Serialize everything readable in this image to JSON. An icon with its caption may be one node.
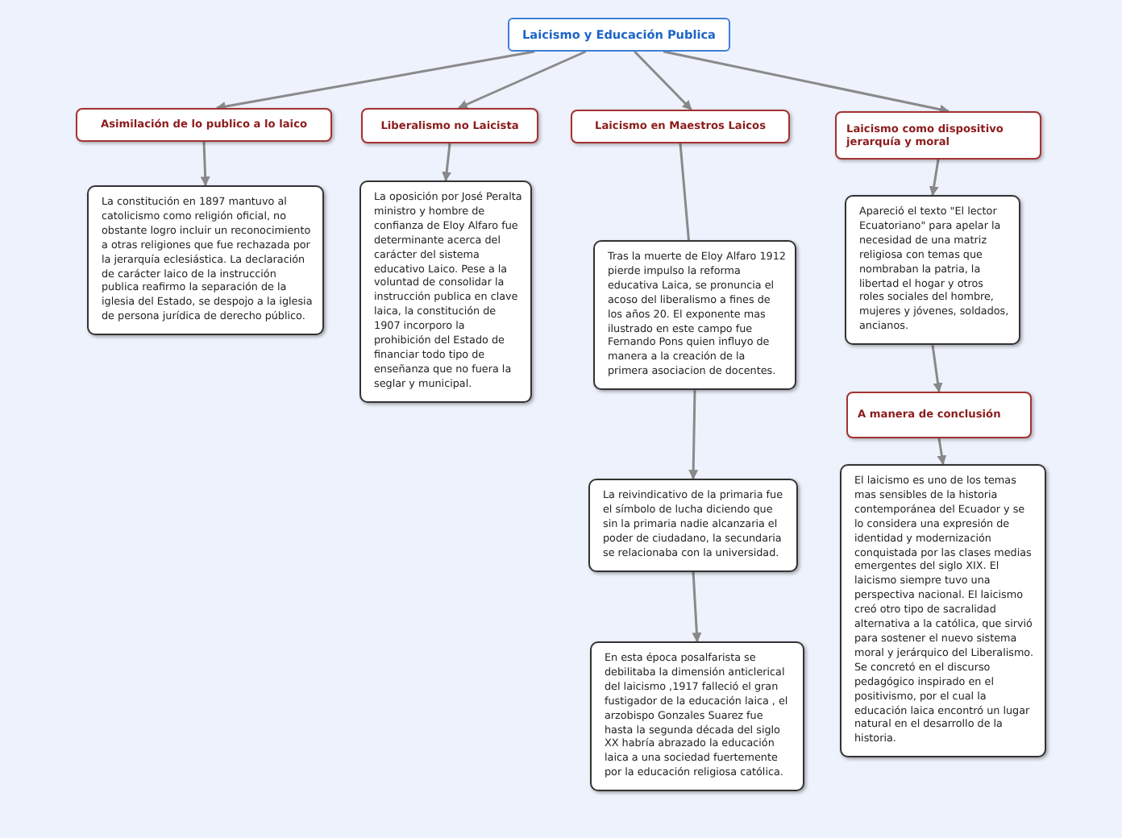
{
  "diagram": {
    "nodes": [
      {
        "text": [
          "Laicismo y Educación Publica"
        ]
      },
      {
        "text": [
          "Asimilación de lo publico a lo laico"
        ]
      },
      {
        "text": [
          "Liberalismo no Laicista"
        ]
      },
      {
        "text": [
          "Laicismo en Maestros Laicos"
        ]
      },
      {
        "text": [
          "Laicismo como dispositivo jerarquía y moral"
        ]
      },
      {
        "text": [
          "La constitución en 1897 mantuvo al catolicismo como religión oficial, no obstante logro incluir un reconocimiento a otras religiones que fue rechazada por la jerarquía eclesiástica. La declaración de carácter laico de la instrucción publica reafirmo la separación de la iglesia del Estado, se despojo a la iglesia de persona jurídica de derecho público."
        ]
      },
      {
        "text": [
          "La oposición por José Peralta ministro y hombre de confianza de Eloy Alfaro fue determinante acerca del carácter del sistema educativo Laico.  Pese a la voluntad de consolidar la instrucción publica en clave laica, la constitución de 1907 incorporo la prohibición del Estado de financiar todo tipo de enseñanza que no fuera la seglar y municipal."
        ]
      },
      {
        "text": [
          "Tras la muerte de Eloy Alfaro 1912 pierde impulso la reforma educativa Laica, se pronuncia el acoso del liberalismo a fines de los años 20. El exponente mas ilustrado en este campo fue Fernando Pons quien influyo de manera a la creación de la primera asociacion de docentes."
        ]
      },
      {
        "text": [
          "Apareció el texto \"El lector Ecuatoriano\" para apelar la necesidad de una matriz religiosa con temas que nombraban la patria, la libertad el hogar y otros roles sociales del hombre, mujeres y jóvenes, soldados, ancianos."
        ]
      },
      {
        "text": [
          "A manera de conclusión"
        ]
      },
      {
        "text": [
          "El laicismo es uno de los temas mas sensibles de la historia contemporánea del Ecuador y se lo considera una expresión de identidad y modernización conquistada por las clases medias emergentes del siglo XIX. El laicismo siempre tuvo una perspectiva nacional. El laicismo creó otro tipo de sacralidad alternativa a la católica, que sirvió para sostener el nuevo sistema moral y jerárquico del Liberalismo. Se concretó en el discurso pedagógico inspirado en el positivismo, por el cual la educación laica encontró un lugar natural en el desarrollo de la historia."
        ]
      },
      {
        "text": [
          "La reivindicativo de la primaria fue el símbolo de lucha diciendo que sin la primaria nadie alcanzaria el poder de ciudadano, la secundaria se relacionaba con la universidad."
        ]
      },
      {
        "text": [
          "En esta época posalfarista se debilitaba la dimensión anticlerical del laicismo ,1917 falleció el gran fustigador de la educación laica , el arzobispo Gonzales Suarez fue hasta la segunda década del siglo XX habría abrazado la educación laica a una sociedad fuertemente  por la educación religiosa católica."
        ]
      }
    ],
    "edges": [
      {
        "from": 0,
        "to": 1,
        "arrow": "to"
      },
      {
        "from": 0,
        "to": 2,
        "arrow": "to"
      },
      {
        "from": 0,
        "to": 3,
        "arrow": "to"
      },
      {
        "from": 0,
        "to": 4,
        "arrow": "to"
      },
      {
        "from": 1,
        "to": 5,
        "arrow": "to"
      },
      {
        "from": 2,
        "to": 6,
        "arrow": "to"
      },
      {
        "from": 3,
        "to": 7,
        "arrow": "none"
      },
      {
        "from": 4,
        "to": 8,
        "arrow": "to"
      },
      {
        "from": 8,
        "to": 9,
        "arrow": "to"
      },
      {
        "from": 9,
        "to": 10,
        "arrow": "to"
      },
      {
        "from": 7,
        "to": 11,
        "arrow": "to"
      },
      {
        "from": 11,
        "to": 12,
        "arrow": "to"
      }
    ]
  }
}
